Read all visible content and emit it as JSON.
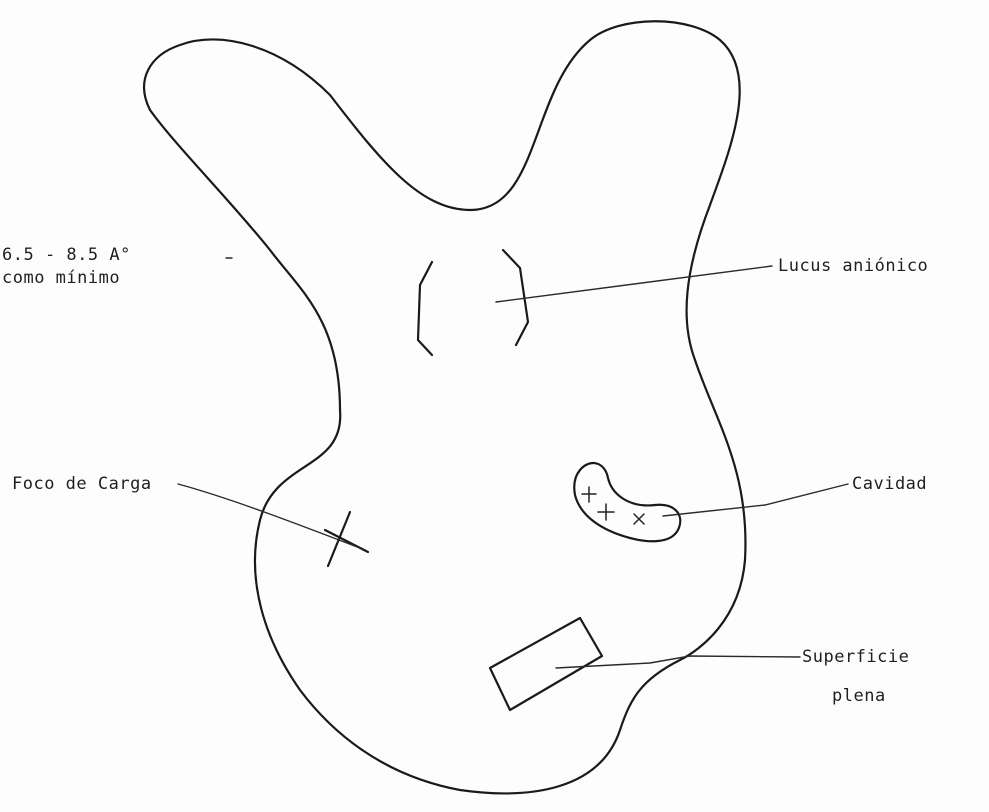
{
  "labels": {
    "distance_line1": "6.5  - 8.5  A°",
    "distance_line2": "como mínimo",
    "anionic_site": "Lucus aniónico",
    "charge_focus": "Foco de Carga",
    "cavity": "Cavidad",
    "flat_surface_line1": "Superficie",
    "flat_surface_line2": "plena"
  },
  "marks": {
    "cavity_marks": [
      "+",
      "+",
      "x"
    ]
  },
  "colors": {
    "ink": "#1a1a1a",
    "paper": "#fdfdfd"
  }
}
